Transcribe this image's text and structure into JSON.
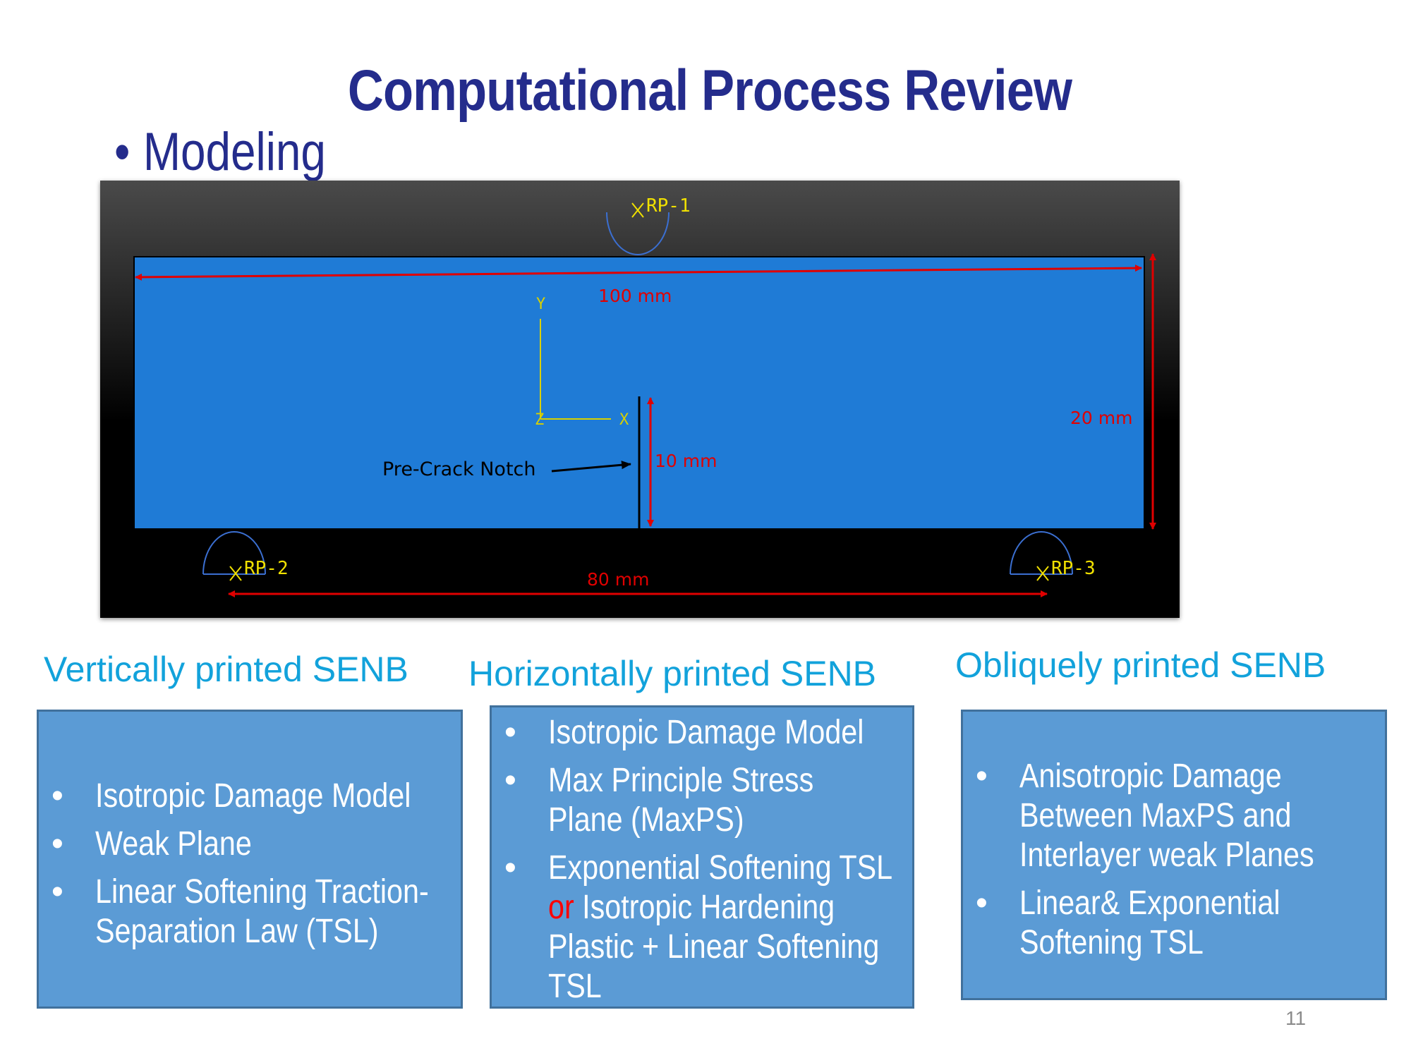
{
  "slide": {
    "title": "Computational Process Review",
    "bullet": "Modeling",
    "page_number": "11"
  },
  "figure": {
    "labels": {
      "rp1": "RP-1",
      "rp2": "RP-2",
      "rp3": "RP-3",
      "axis_y": "Y",
      "axis_x": "X",
      "axis_z": "Z",
      "dim_length": "100 mm",
      "dim_height": "20 mm",
      "dim_notch": "10 mm",
      "dim_span": "80 mm",
      "notch_label": "Pre-Crack Notch"
    },
    "colors": {
      "specimen": "#1f7bd6",
      "dimension_lines": "#e00000",
      "axis": "#d8d000",
      "rp_label": "#f0e000"
    }
  },
  "columns": [
    {
      "heading": "Vertically printed SENB",
      "items": [
        {
          "lines": [
            "Isotropic Damage Model"
          ]
        },
        {
          "lines": [
            "Weak Plane"
          ]
        },
        {
          "lines": [
            "Linear Softening Traction-",
            "Separation Law (TSL)"
          ]
        }
      ]
    },
    {
      "heading": "Horizontally printed SENB",
      "items": [
        {
          "lines": [
            "Isotropic Damage Model"
          ]
        },
        {
          "lines": [
            "Max Principle Stress",
            "Plane (MaxPS)"
          ]
        },
        {
          "lines": [
            "Exponential Softening TSL"
          ],
          "red_word": "or",
          "after_red": "Isotropic Hardening",
          "more": [
            "Plastic + Linear Softening",
            "TSL"
          ]
        }
      ]
    },
    {
      "heading": "Obliquely printed SENB",
      "items": [
        {
          "lines": [
            "Anisotropic Damage",
            "Between MaxPS and",
            "Interlayer weak Planes"
          ]
        },
        {
          "lines": [
            "Linear& Exponential",
            "Softening TSL"
          ]
        }
      ]
    }
  ]
}
